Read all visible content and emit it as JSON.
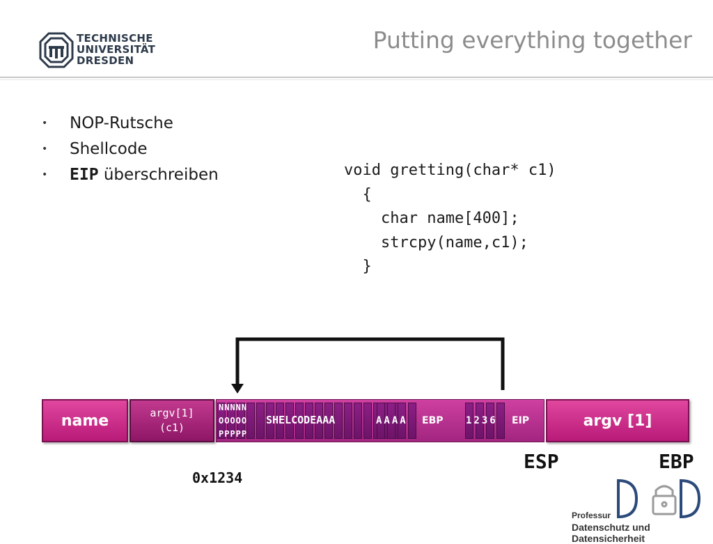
{
  "header": {
    "institution_lines": [
      "TECHNISCHE",
      "UNIVERSITÄT",
      "DRESDEN"
    ],
    "title": "Putting everything together"
  },
  "bullets": [
    {
      "code": "",
      "text": "NOP-Rutsche"
    },
    {
      "code": "",
      "text": "Shellcode"
    },
    {
      "code": "EIP",
      "text": " überschreiben"
    }
  ],
  "code_lines": [
    "void gretting(char* c1)",
    "  {",
    "    char name[400];",
    "    strcpy(name,c1);",
    "  }"
  ],
  "stack": {
    "name_label": "name",
    "c1_lines": [
      "argv[1]",
      "(c1)"
    ],
    "nop_lines": [
      "NNNNN",
      "OOOOO",
      "PPPPP"
    ],
    "shellcode_label": "SHELCODEAAA",
    "filler_label": "AAAA",
    "ebp_label": "EBP",
    "addr_digits": "1236",
    "eip_label": "EIP",
    "argv_label": "argv [1]"
  },
  "registers": {
    "esp": "ESP",
    "ebp": "EBP"
  },
  "address": "0x1234",
  "dud_logo": {
    "letters": "DuD",
    "line1": "Professur",
    "line2": "Datenschutz und Datensicherheit"
  },
  "colors": {
    "accent": "#c2308e",
    "strip": "#7b1a76",
    "title": "#8c8c8c"
  }
}
